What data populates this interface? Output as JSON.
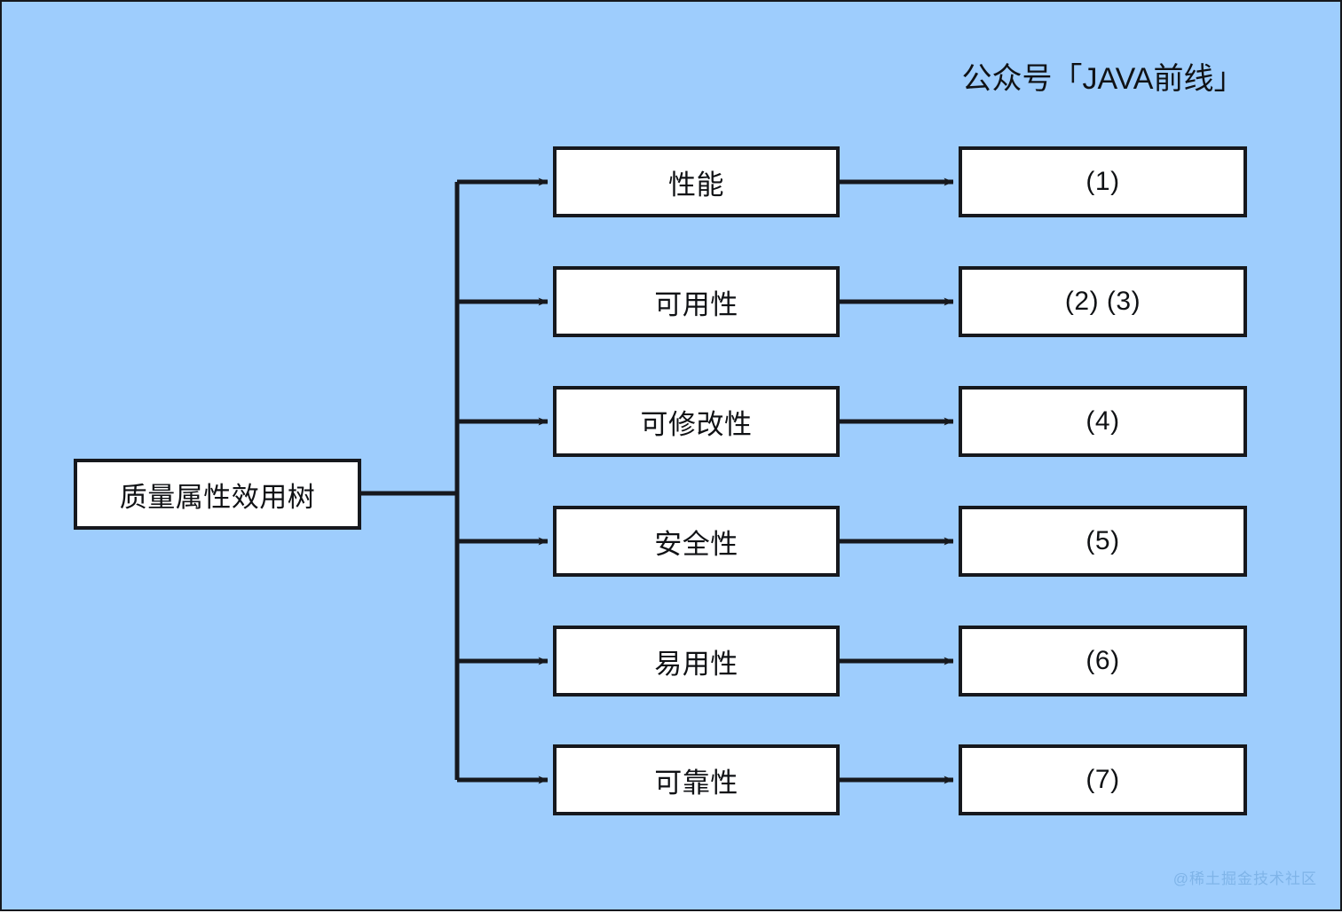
{
  "header": {
    "title": "公众号「JAVA前线」"
  },
  "watermark": {
    "text": "@稀土掘金技术社区"
  },
  "colors": {
    "background": "#9ecdfd",
    "node_fill": "#ffffff",
    "stroke": "#16181d",
    "text": "#101215",
    "watermark": "#7fb4e8"
  },
  "diagram": {
    "type": "tree",
    "root": {
      "label": "质量属性效用树"
    },
    "branches": [
      {
        "attribute": "性能",
        "scenario": "(1)"
      },
      {
        "attribute": "可用性",
        "scenario": "(2) (3)"
      },
      {
        "attribute": "可修改性",
        "scenario": "(4)"
      },
      {
        "attribute": "安全性",
        "scenario": "(5)"
      },
      {
        "attribute": "易用性",
        "scenario": "(6)"
      },
      {
        "attribute": "可靠性",
        "scenario": "(7)"
      }
    ]
  }
}
